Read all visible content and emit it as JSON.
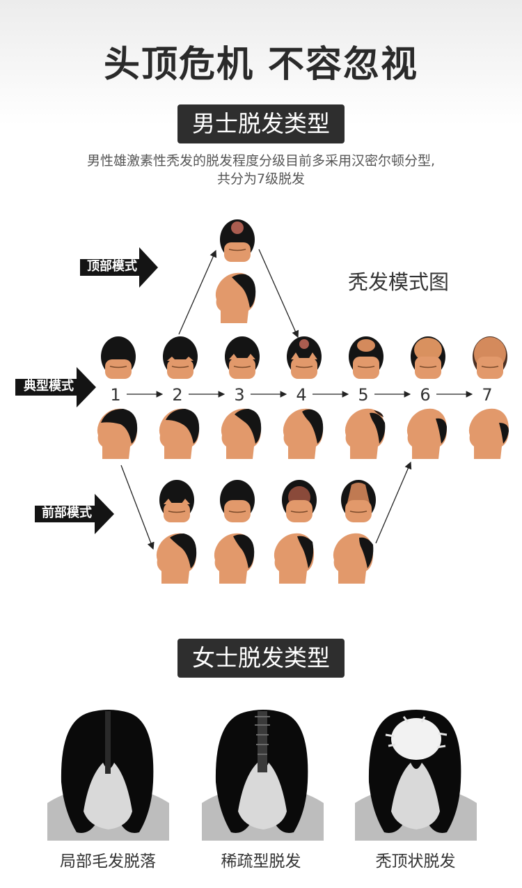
{
  "page_title": "头顶危机 不容忽视",
  "men": {
    "tag": "男士脱发类型",
    "desc_line1": "男性雄激素性秃发的脱发程度分级目前多采用汉密尔顿分型,",
    "desc_line2": "共分为7级脱发",
    "diagram_title": "秃发模式图",
    "modes": {
      "top": "顶部模式",
      "typical": "典型模式",
      "front": "前部模式"
    },
    "steps": [
      "1",
      "2",
      "3",
      "4",
      "5",
      "6",
      "7"
    ]
  },
  "women": {
    "tag": "女士脱发类型",
    "types": [
      "局部毛发脱落",
      "稀疏型脱发",
      "秃顶状脱发"
    ]
  },
  "colors": {
    "skin": "#e2996b",
    "hair": "#141414",
    "tag_bg": "#2e2e2e"
  }
}
